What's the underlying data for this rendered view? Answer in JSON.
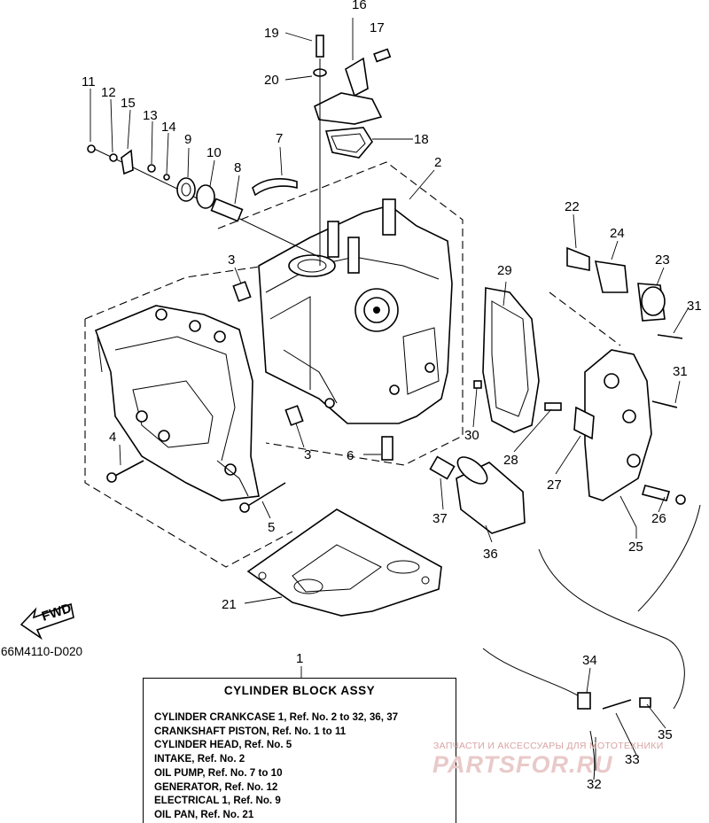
{
  "diagram_code": "66M4110-D020",
  "fwd_label": "FWD",
  "callouts": {
    "p1": "1",
    "p2": "2",
    "p3a": "3",
    "p3b": "3",
    "p4": "4",
    "p5": "5",
    "p6": "6",
    "p7": "7",
    "p8": "8",
    "p9": "9",
    "p10": "10",
    "p11": "11",
    "p12": "12",
    "p13": "13",
    "p14": "14",
    "p15": "15",
    "p16": "16",
    "p17": "17",
    "p18": "18",
    "p19": "19",
    "p20": "20",
    "p21": "21",
    "p22": "22",
    "p23": "23",
    "p24": "24",
    "p25": "25",
    "p26": "26",
    "p27": "27",
    "p28": "28",
    "p29": "29",
    "p30": "30",
    "p31a": "31",
    "p31b": "31",
    "p32": "32",
    "p33": "33",
    "p34": "34",
    "p35": "35",
    "p36": "36",
    "p37": "37"
  },
  "info_box": {
    "title": "CYLINDER BLOCK ASSY",
    "lines": [
      "CYLINDER CRANKCASE 1, Ref. No. 2 to 32, 36, 37",
      "CRANKSHAFT PISTON,  Ref. No. 1 to 11",
      "CYLINDER HEAD, Ref. No. 5",
      "INTAKE, Ref. No. 2",
      "OIL PUMP, Ref. No. 7 to 10",
      "GENERATOR,  Ref. No. 12",
      "ELECTRICAL 1, Ref. No. 9",
      "OIL PAN, Ref. No. 21"
    ]
  },
  "watermark": {
    "caption": "ЗАПЧАСТИ И АКСЕССУАРЫ ДЛЯ МОТОТЕХНИКИ",
    "logo": "PARTSFOR.RU"
  }
}
